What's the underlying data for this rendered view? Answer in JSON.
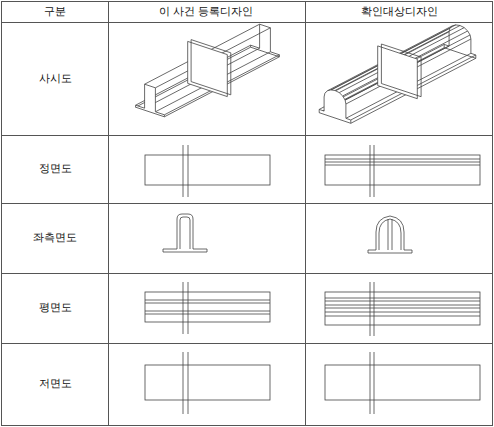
{
  "diagram": {
    "labels": [
      "구분",
      "이 사건 등록디자인",
      "확인대상디자인",
      "사시도",
      "정면도",
      "좌측면도",
      "평면도",
      "저면도"
    ]
  }
}
